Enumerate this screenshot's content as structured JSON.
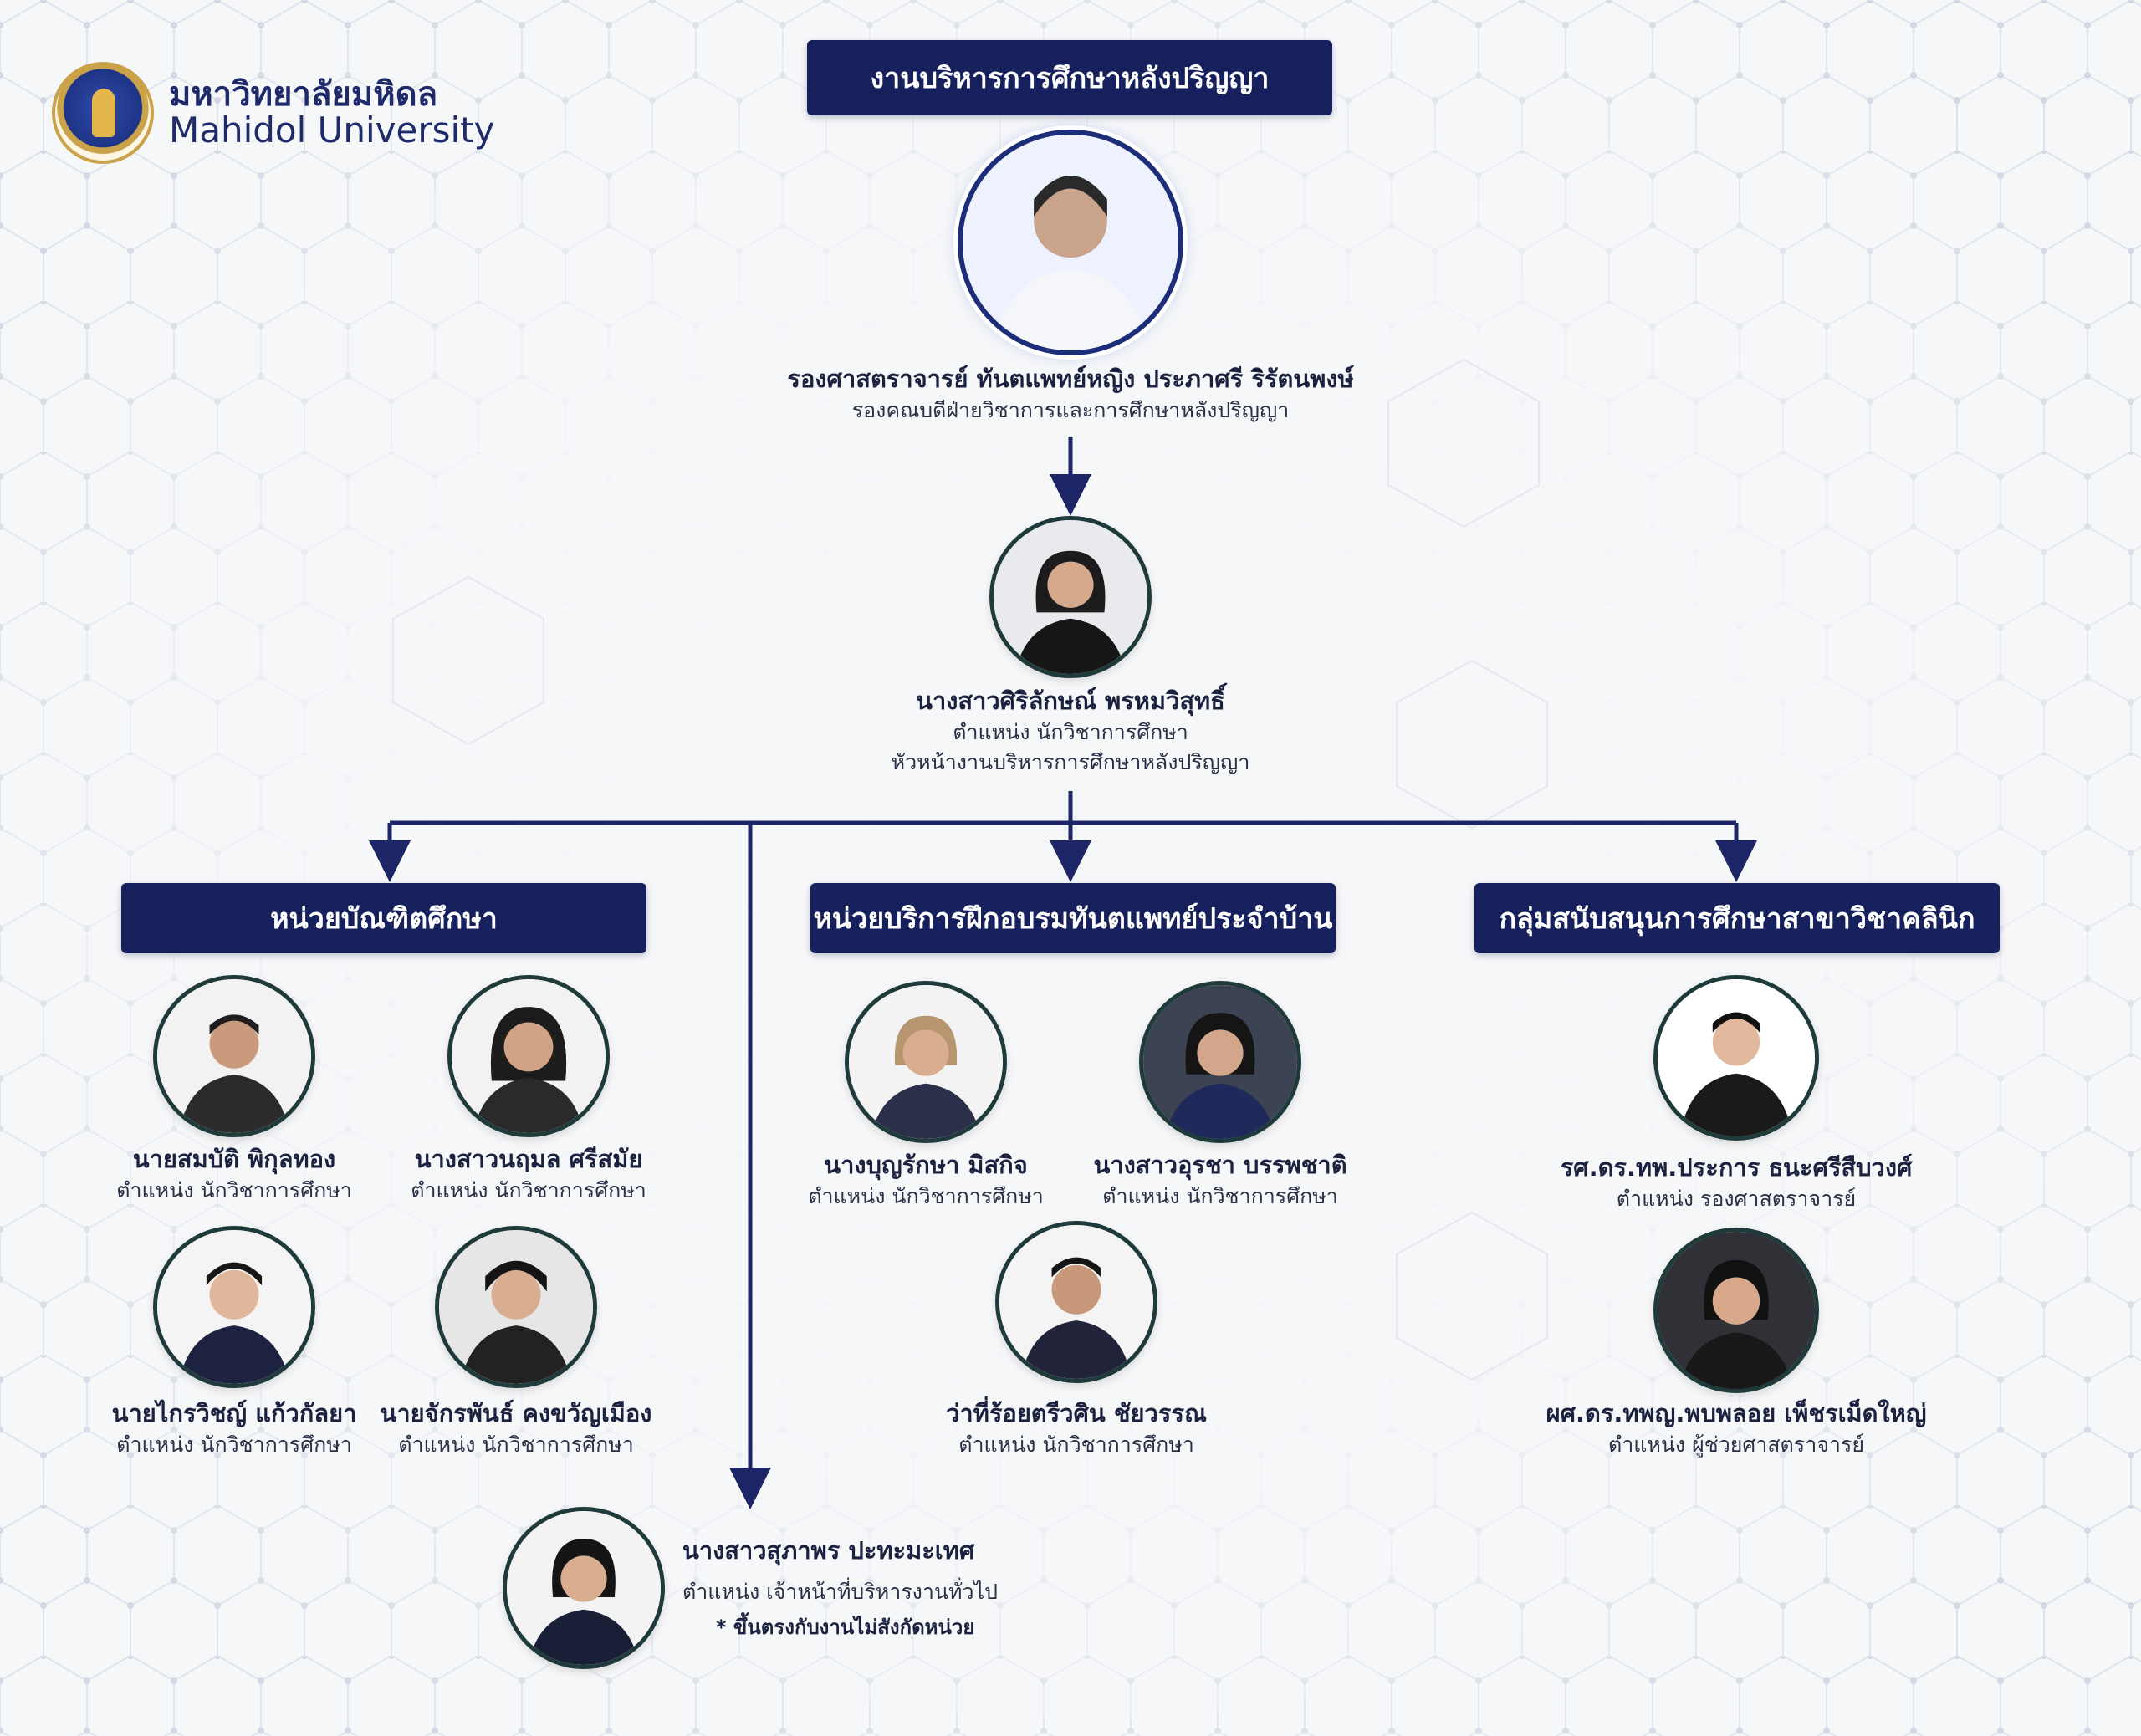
{
  "logo": {
    "name_th": "มหาวิทยาลัยมหิดล",
    "name_en": "Mahidol University"
  },
  "banners": {
    "top": "งานบริหารการศึกษาหลังปริญญา",
    "unit_graduate": "หน่วยบัณฑิตศึกษา",
    "unit_residency": "หน่วยบริการฝึกอบรมทันตแพทย์ประจำบ้าน",
    "unit_clinical": "กลุ่มสนับสนุนการศึกษาสาขาวิชาคลินิก"
  },
  "people": {
    "p1": {
      "name": "รองศาสตราจารย์ ทันตแพทย์หญิง ประภาศรี ริรัตนพงษ์",
      "role": "รองคณบดีฝ่ายวิชาการและการศึกษาหลังปริญญา"
    },
    "p2": {
      "name": "นางสาวศิริลักษณ์ พรหมวิสุทธิ์",
      "role": "ตำแหน่ง นักวิชาการศึกษา",
      "role2": "หัวหน้างานบริหารการศึกษาหลังปริญญา"
    },
    "p3": {
      "name": "นายสมบัติ พิกุลทอง",
      "role": "ตำแหน่ง นักวิชาการศึกษา"
    },
    "p4": {
      "name": "นางสาวนฤมล ศรีสมัย",
      "role": "ตำแหน่ง นักวิชาการศึกษา"
    },
    "p5": {
      "name": "นายไกรวิชญ์ แก้วกัลยา",
      "role": "ตำแหน่ง นักวิชาการศึกษา"
    },
    "p6": {
      "name": "นายจักรพันธ์ คงขวัญเมือง",
      "role": "ตำแหน่ง นักวิชาการศึกษา"
    },
    "p7": {
      "name": "นางบุญรักษา มิสกิจ",
      "role": "ตำแหน่ง นักวิชาการศึกษา"
    },
    "p8": {
      "name": "นางสาวอุรชา บรรพชาติ",
      "role": "ตำแหน่ง นักวิชาการศึกษา"
    },
    "p9": {
      "name": "ว่าที่ร้อยตรีวศิน ชัยวรรณ",
      "role": "ตำแหน่ง นักวิชาการศึกษา"
    },
    "p10": {
      "name": "รศ.ดร.ทพ.ประการ ธนะศรีสืบวงศ์",
      "role": "ตำแหน่ง รองศาสตราจารย์"
    },
    "p11": {
      "name": "ผศ.ดร.ทพญ.พบพลอย เพ็ชรเม็ดใหญ่",
      "role": "ตำแหน่ง ผู้ช่วยศาสตราจารย์"
    },
    "p12": {
      "name": "นางสาวสุภาพร ปะทะมะเทศ",
      "role": "ตำแหน่ง เจ้าหน้าที่บริหารงานทั่วไป",
      "note": "* ขึ้นตรงกับงานไม่สังกัดหน่วย"
    }
  },
  "colors": {
    "navy": "#16205d",
    "line": "#1c2566",
    "ring": "#1f3a3a"
  }
}
